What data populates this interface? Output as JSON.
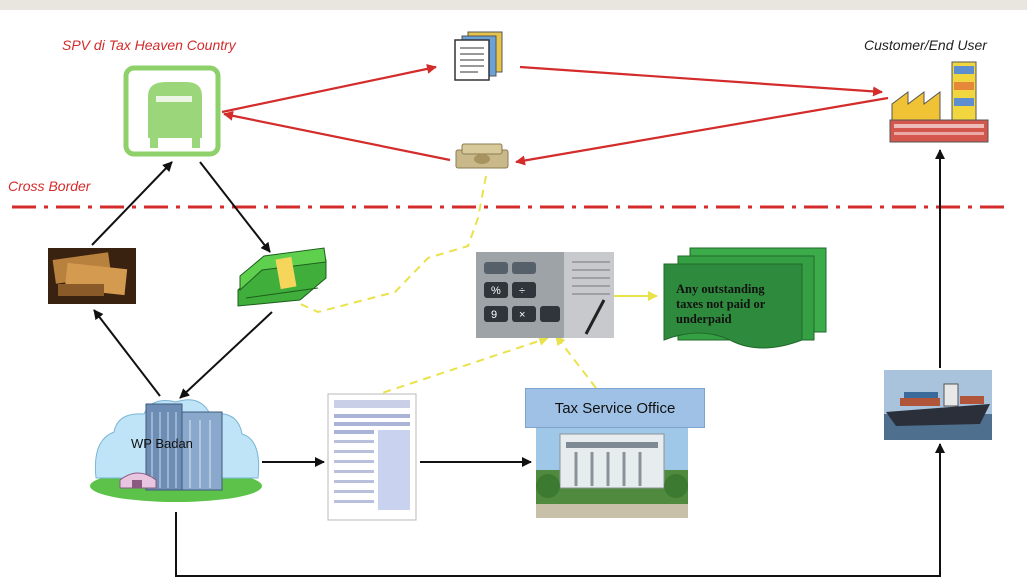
{
  "labels": {
    "spv": "SPV di Tax Heaven Country",
    "customer": "Customer/End User",
    "cross_border": "Cross Border",
    "tax_office": "Tax Service Office",
    "wp_badan": "WP Badan",
    "outstanding": "Any outstanding taxes not paid or underpaid"
  },
  "colors": {
    "red_flow": "#d42b2b",
    "black_flow": "#111111",
    "yellow_dash": "#e9e24a",
    "cross_border_line": "#d42b2b",
    "green_doc": "#2e8b3d",
    "tax_office_box": "#9fc1e6"
  },
  "icons": [
    "mailbox-icon",
    "documents-icon",
    "money-stack-icon",
    "factory-icon",
    "papers-icon",
    "cash-icon",
    "calculator-icon",
    "green-document-stack-icon",
    "office-building-icon",
    "tax-form-icon",
    "tax-office-building-icon",
    "cargo-ship-icon"
  ]
}
